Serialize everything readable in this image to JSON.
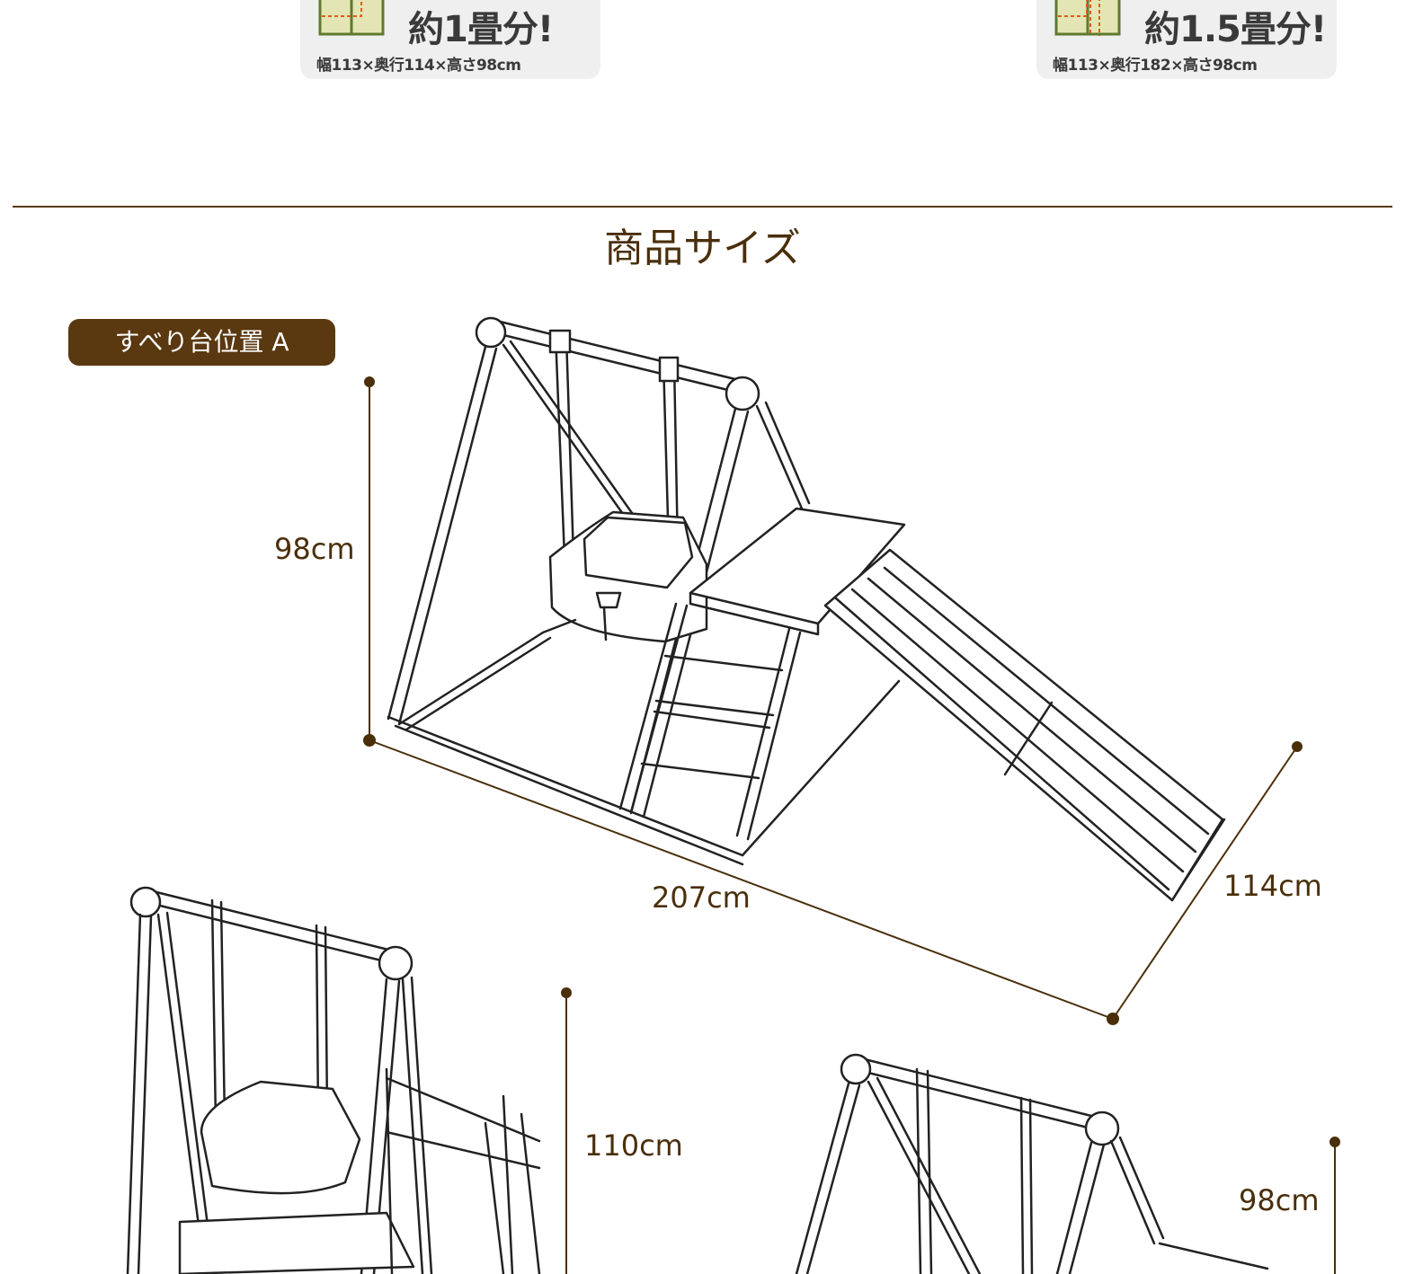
{
  "cards": [
    {
      "headline": "約1畳分!",
      "dimensions": "幅113×奥行114×高さ98cm"
    },
    {
      "headline": "約1.5畳分!",
      "dimensions": "幅113×奥行182×高さ98cm"
    }
  ],
  "section_title": "商品サイズ",
  "position_badge": "すべり台位置 A",
  "dimension_labels": {
    "height_a": "98cm",
    "length_a": "207cm",
    "depth_a": "114cm",
    "height_b": "110cm",
    "height_c": "98cm"
  },
  "colors": {
    "brown": "#5a3810",
    "card_bg": "#efefef",
    "tatami_fill": "#e3e6b4",
    "tatami_border": "#5f7a2e",
    "tatami_dash": "#e35a1a"
  }
}
